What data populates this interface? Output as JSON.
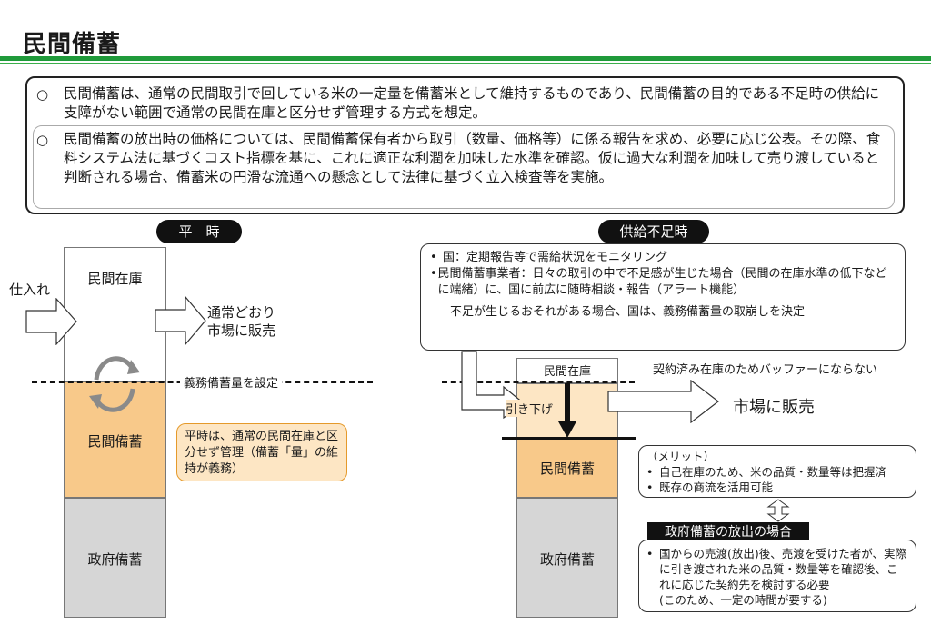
{
  "title": "民間備蓄",
  "intro": {
    "bullet1": "民間備蓄は、通常の民間取引で回している米の一定量を備蓄米として維持するものであり、民間備蓄の目的である不足時の供給に支障がない範囲で通常の民間在庫と区分せず管理する方式を想定。",
    "bullet2": "民間備蓄の放出時の価格については、民間備蓄保有者から取引（数量、価格等）に係る報告を求め、必要に応じ公表。その際、食料システム法に基づくコスト指標を基に、これに適正な利潤を加味した水準を確認。仮に過大な利潤を加味して売り渡していると判断される場合、備蓄米の円滑な流通への懸念として法律に基づく立入検査等を実施。"
  },
  "left": {
    "header": "平　時",
    "arrival": "仕入れ",
    "private_stock": "民間在庫",
    "sell_normal": "通常どおり\n市場に販売",
    "reserve_line": "義務備蓄量を設定",
    "private_reserve": "民間備蓄",
    "gov_reserve": "政府備蓄",
    "note": "平時は、通常の民間在庫と区分せず管理（備蓄「量」の維持が義務）"
  },
  "right": {
    "header": "供給不足時",
    "monitor_items": [
      "国：定期報告等で需給状況をモニタリング",
      "民間備蓄事業者：日々の取引の中で不足感が生じた場合（民間の在庫水準の低下などに端緒）に、国に前広に随時相談・報告（アラート機能）"
    ],
    "monitor_tail": "不足が生じるおそれがある場合、国は、義務備蓄量の取崩しを決定",
    "private_stock": "民間在庫",
    "buffer_note": "契約済み在庫のためバッファーにならない",
    "pulldown": "引き下げ",
    "sell_market": "市場に販売",
    "private_reserve": "民間備蓄",
    "gov_reserve": "政府備蓄",
    "merit_title": "（メリット）",
    "merit_items": [
      "自己在庫のため、米の品質・数量等は把握済",
      "既存の商流を活用可能"
    ],
    "gov_release_title": "政府備蓄の放出の場合",
    "gov_release_items": [
      "国からの売渡(放出)後、売渡を受けた者が、実際に引き渡された米の品質・数量等を確認後、これに応じた契約先を検討する必要"
    ],
    "gov_release_tail": "(このため、一定の時間が要する)"
  },
  "colors": {
    "green": "#1f9a3a",
    "orange_fill": "#f8c98a",
    "light_orange": "#fde6c4",
    "gray_fill": "#d6d6d6",
    "callout_orange_border": "#e59a2b"
  }
}
